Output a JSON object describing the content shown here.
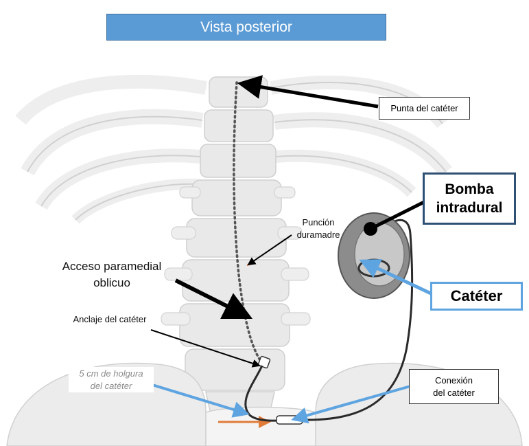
{
  "title": "Vista posterior",
  "labels": {
    "tip": "Punta del catéter",
    "pump_line1": "Bomba",
    "pump_line2": "intradural",
    "catheter": "Catéter",
    "connection_line1": "Conexión",
    "connection_line2": "del catéter",
    "puncture_line1": "Punción",
    "puncture_line2": "duramadre",
    "access_line1": "Acceso paramedial",
    "access_line2": "oblicuo",
    "anchor": "Anclaje del catéter",
    "slack_line1": "5 cm de holgura",
    "slack_line2": "del catéter"
  },
  "colors": {
    "title_bg": "#5b9bd5",
    "pump_border": "#2f5073",
    "catheter_blue": "#5ea4e0",
    "bone": "#e8e8e8",
    "arrow_black": "#000000",
    "accent_orange": "#e07b39"
  }
}
